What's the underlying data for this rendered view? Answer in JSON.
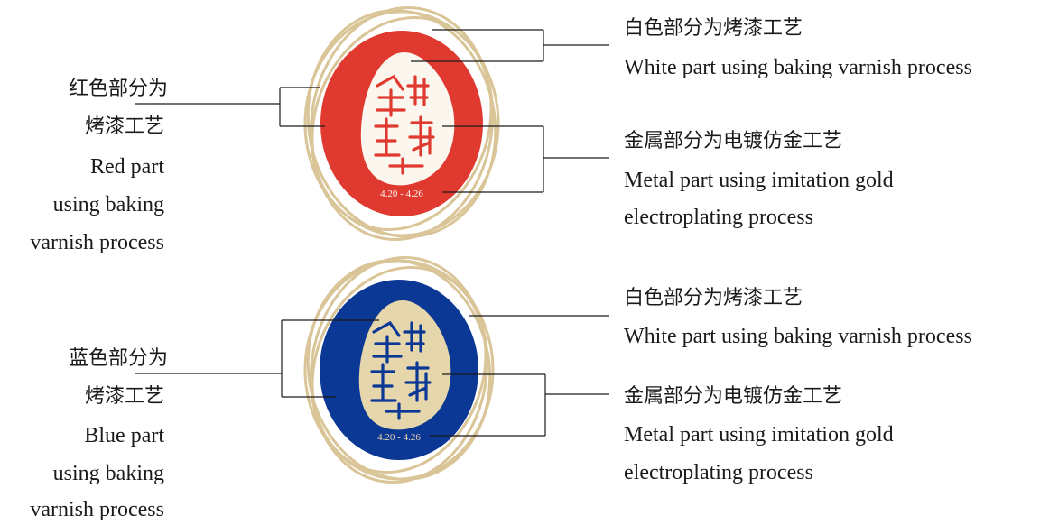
{
  "top": {
    "left_label": {
      "zh_1": "红色部分为",
      "zh_2": "烤漆工艺",
      "en_1": "Red part",
      "en_2": "using baking",
      "en_3": "varnish process"
    },
    "right_white": {
      "zh": "白色部分为烤漆工艺",
      "en": "White part using baking varnish process"
    },
    "right_metal": {
      "zh": "金属部分为电镀仿金工艺",
      "en_1": "Metal part using imitation gold",
      "en_2": "electroplating process"
    },
    "badge": {
      "body_color": "#e03a30",
      "date": "4.20 - 4.26"
    }
  },
  "bottom": {
    "left_label": {
      "zh_1": "蓝色部分为",
      "zh_2": "烤漆工艺",
      "en_1": "Blue part",
      "en_2": "using baking",
      "en_3": "varnish process"
    },
    "right_white": {
      "zh": "白色部分为烤漆工艺",
      "en": "White part using baking varnish process"
    },
    "right_metal": {
      "zh": "金属部分为电镀仿金工艺",
      "en_1": "Metal part using imitation gold",
      "en_2": "electroplating process"
    },
    "badge": {
      "body_color": "#0b3795",
      "date": "4.20 - 4.26"
    }
  },
  "colors": {
    "gold": "#d9c597",
    "gold_dark": "#b89e68",
    "white": "#fbf6ee"
  }
}
